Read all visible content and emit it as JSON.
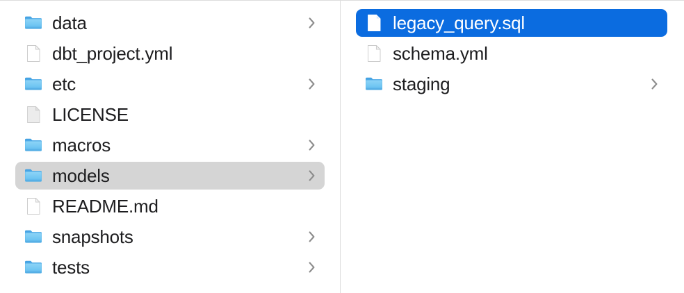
{
  "window": {
    "view_mode": "column-view",
    "accent_color": "#0b6ce0",
    "selection_inactive_color": "#d5d5d5",
    "text_color": "#1d1d1f",
    "divider_color": "#dcdcdc"
  },
  "columns": [
    {
      "name": "parent-column",
      "items": [
        {
          "label": "data",
          "kind": "folder",
          "has_chevron": true,
          "selected": false,
          "selection": "none"
        },
        {
          "label": "dbt_project.yml",
          "kind": "document",
          "has_chevron": false,
          "selected": false,
          "selection": "none"
        },
        {
          "label": "etc",
          "kind": "folder",
          "has_chevron": true,
          "selected": false,
          "selection": "none"
        },
        {
          "label": "LICENSE",
          "kind": "document-plain",
          "has_chevron": false,
          "selected": false,
          "selection": "none"
        },
        {
          "label": "macros",
          "kind": "folder",
          "has_chevron": true,
          "selected": false,
          "selection": "none"
        },
        {
          "label": "models",
          "kind": "folder",
          "has_chevron": true,
          "selected": true,
          "selection": "gray"
        },
        {
          "label": "README.md",
          "kind": "document",
          "has_chevron": false,
          "selected": false,
          "selection": "none"
        },
        {
          "label": "snapshots",
          "kind": "folder",
          "has_chevron": true,
          "selected": false,
          "selection": "none"
        },
        {
          "label": "tests",
          "kind": "folder",
          "has_chevron": true,
          "selected": false,
          "selection": "none"
        }
      ]
    },
    {
      "name": "child-column",
      "items": [
        {
          "label": "legacy_query.sql",
          "kind": "document",
          "has_chevron": false,
          "selected": true,
          "selection": "blue"
        },
        {
          "label": "schema.yml",
          "kind": "document",
          "has_chevron": false,
          "selected": false,
          "selection": "none"
        },
        {
          "label": "staging",
          "kind": "folder",
          "has_chevron": true,
          "selected": false,
          "selection": "none"
        }
      ]
    }
  ],
  "icons": {
    "folder": "folder-icon",
    "document": "document-icon",
    "document-plain": "document-plain-icon",
    "chevron": "chevron-right-icon"
  }
}
